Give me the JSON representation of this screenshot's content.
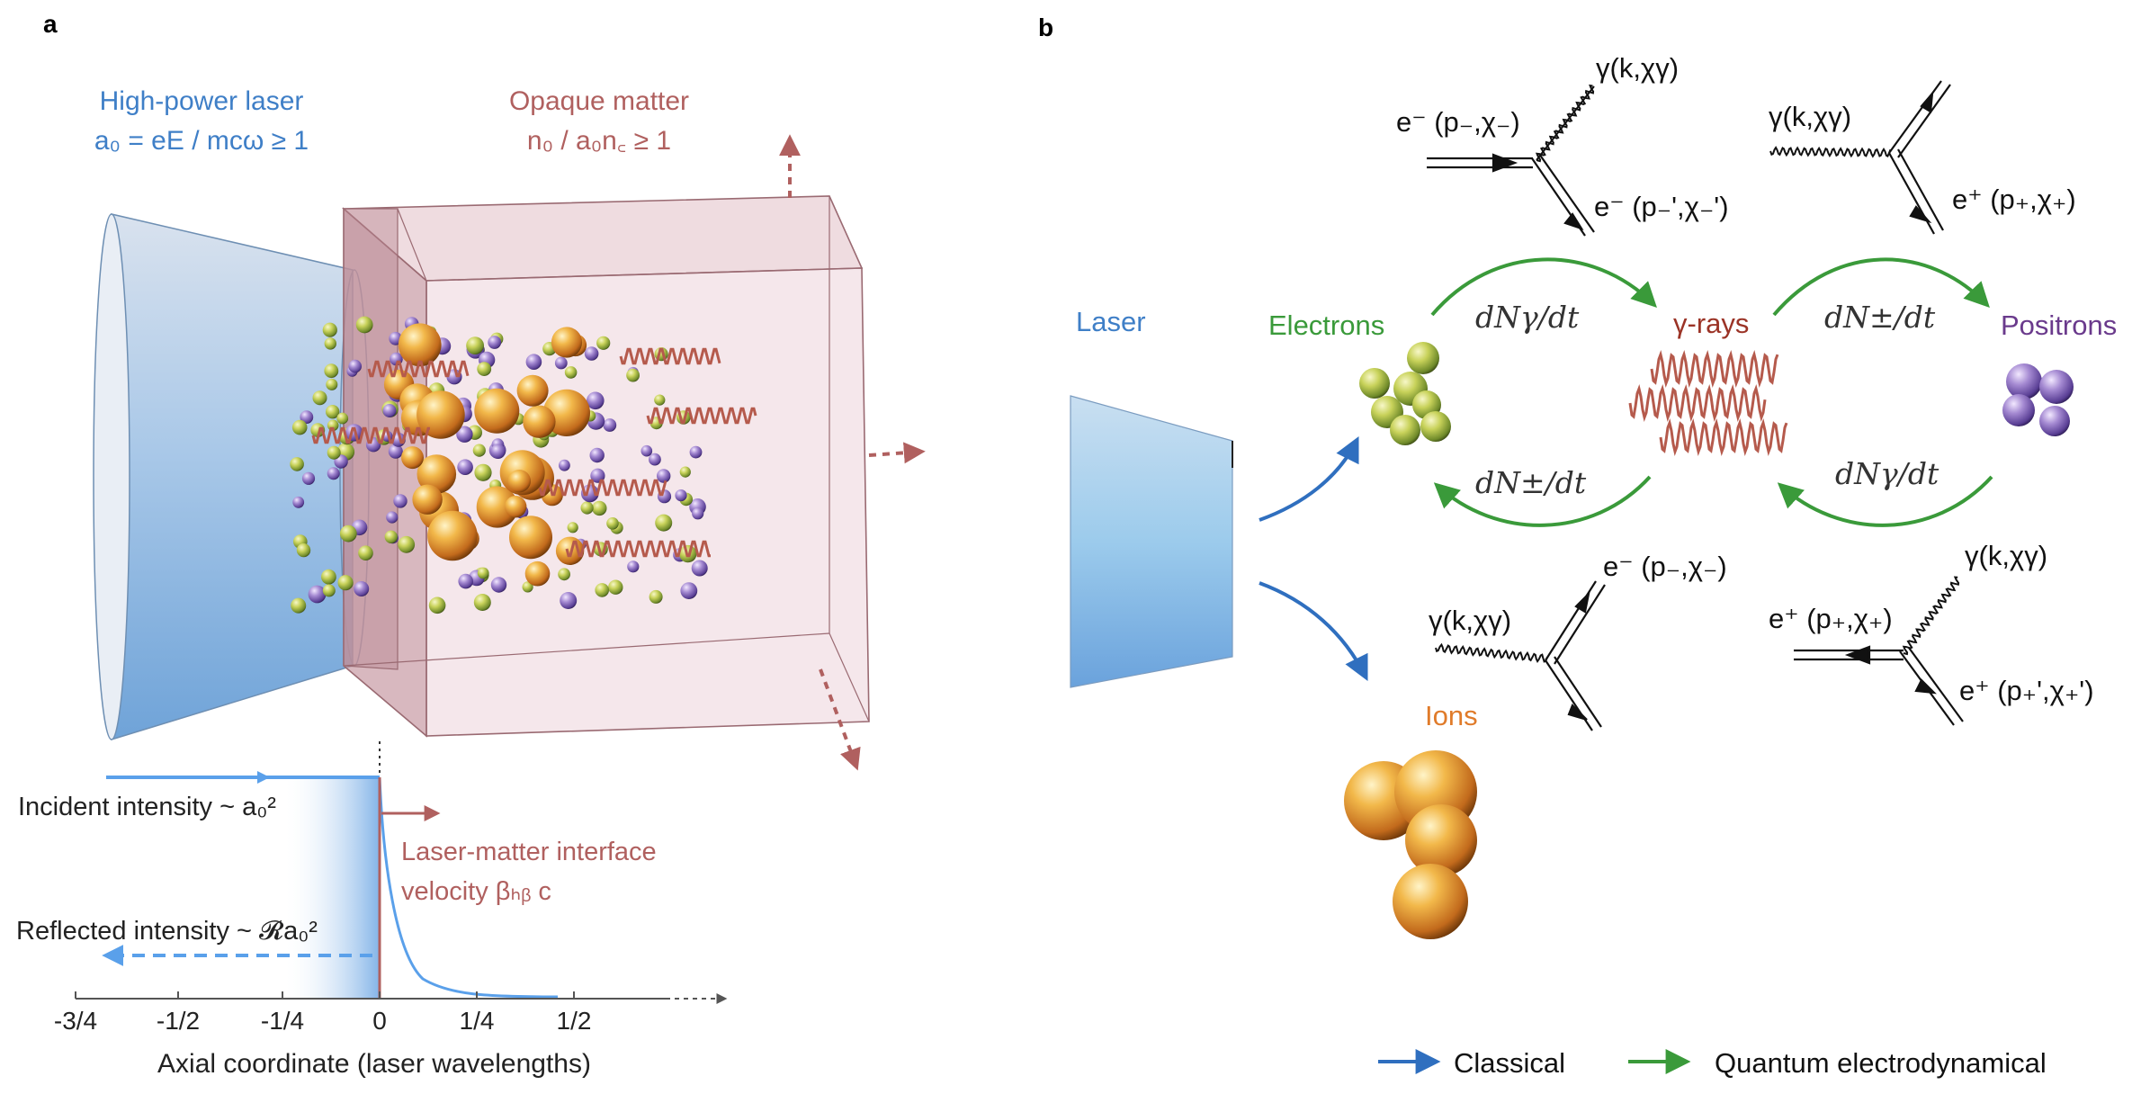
{
  "panel_a": {
    "panel_letter": "a",
    "laser_title": "High-power laser",
    "laser_formula": "a₀ = eE / mcω ≥ 1",
    "matter_title": "Opaque matter",
    "matter_formula": "n₀ / a₀n꜀ ≥ 1",
    "incident_label": "Incident intensity ~ a₀²",
    "reflected_label": "Reflected intensity ~ 𝓡a₀²",
    "interface_label_1": "Laser-matter interface",
    "interface_label_2": "velocity βₕᵦ c",
    "axis_ticks": [
      "-3/4",
      "-1/2",
      "-1/4",
      "0",
      "1/4",
      "1/2"
    ],
    "axis_label": "Axial coordinate (laser wavelengths)"
  },
  "panel_b": {
    "panel_letter": "b",
    "laser": "Laser",
    "electrons": "Electrons",
    "gamma_rays": "γ-rays",
    "positrons": "Positrons",
    "ions": "Ions",
    "rate_top_left": "dNγ/dt",
    "rate_top_right": "dN±/dt",
    "rate_bottom_left": "dN±/dt",
    "rate_bottom_right": "dNγ/dt",
    "fd_compton_top": {
      "photon": "γ(k,χγ)",
      "in": "e⁻ (p₋,χ₋)",
      "out": "e⁻ (p₋',χ₋')"
    },
    "fd_pair_top": {
      "photon": "γ(k,χγ)",
      "out": "e⁺ (p₊,χ₊)"
    },
    "fd_pair_bottom": {
      "photon": "γ(k,χγ)",
      "out": "e⁻ (p₋,χ₋)"
    },
    "fd_compton_bottom": {
      "photon": "γ(k,χγ)",
      "in": "e⁺ (p₊,χ₊)",
      "out": "e⁺ (p₊',χ₊')"
    },
    "legend": {
      "classical": "Classical",
      "qed": "Quantum electrodynamical"
    }
  },
  "colors": {
    "laser_blue": "#3f7fc7",
    "matter_red": "#b0605f",
    "qed_green": "#3a9a3a",
    "gamma_red": "#9b3326",
    "positron_purple": "#6a3a8c",
    "ion_orange": "#e07b2a"
  }
}
